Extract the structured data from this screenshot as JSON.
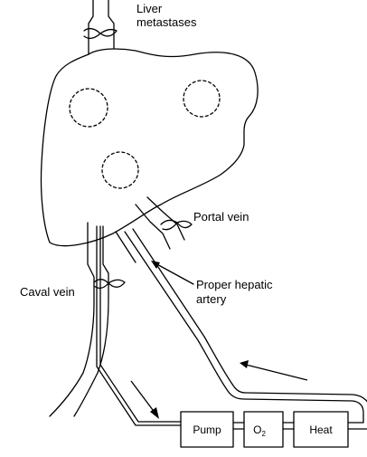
{
  "labels": {
    "liver_line1": "Liver",
    "liver_line2": "metastases",
    "portal_vein": "Portal vein",
    "caval_vein": "Caval vein",
    "artery_line1": "Proper hepatic",
    "artery_line2": "artery"
  },
  "circuit": {
    "pump": "Pump",
    "oxygen": "O",
    "oxygen_sub": "2",
    "heat": "Heat"
  },
  "colors": {
    "line": "#000000",
    "background": "#ffffff"
  }
}
